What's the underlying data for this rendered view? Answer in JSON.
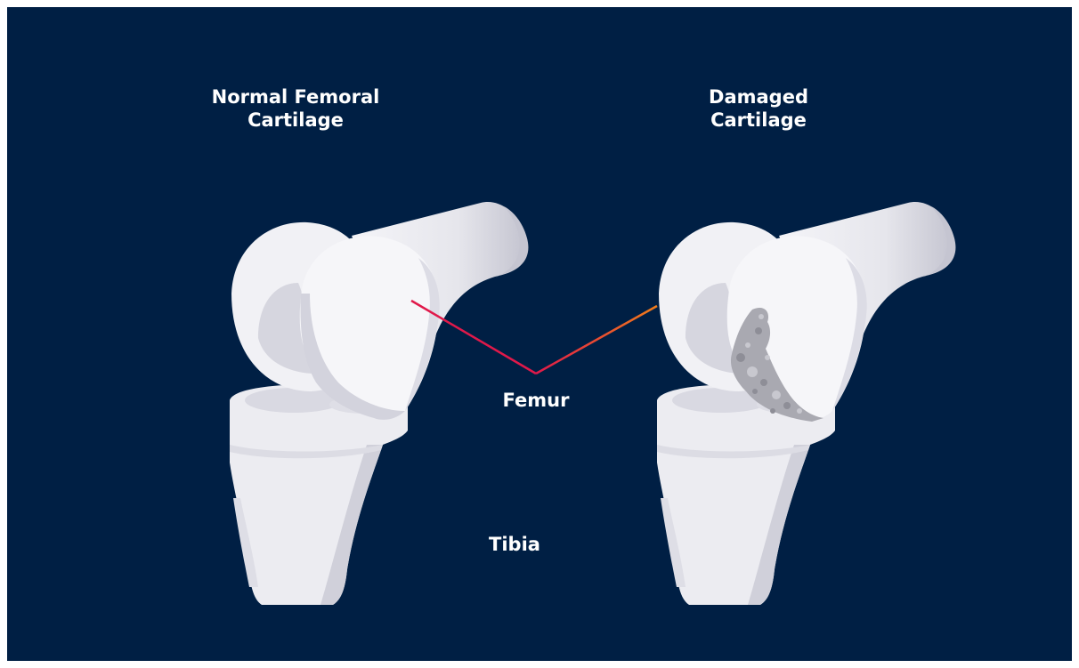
{
  "labels": {
    "normal_line1": "Normal Femoral",
    "normal_line2": "Cartilage",
    "damaged_line1": "Damaged",
    "damaged_line2": "Cartilage",
    "femur": "Femur",
    "tibia": "Tibia"
  },
  "colors": {
    "background": "#001f44",
    "bone": "#ededf2",
    "bone_shadow": "#c9c9d4",
    "cartilage_damage": "#a7a7ae",
    "line_red": "#e0194a",
    "line_orange": "#f07d1a"
  }
}
